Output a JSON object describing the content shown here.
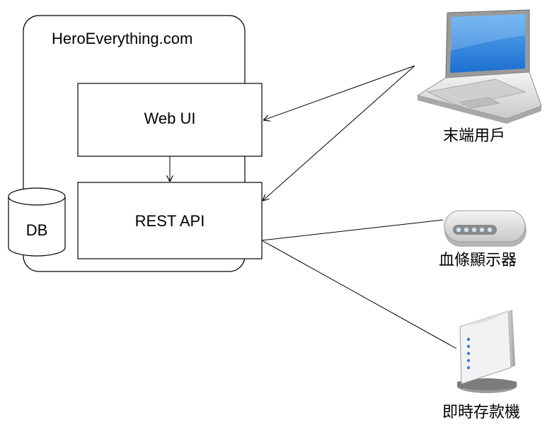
{
  "system": {
    "title": "HeroEverything.com"
  },
  "components": {
    "web_ui": "Web UI",
    "rest_api": "REST API",
    "db": "DB"
  },
  "clients": {
    "end_user": "末端用戶",
    "blood_sugar_display": "血條顯示器",
    "atm": "即時存款機"
  }
}
